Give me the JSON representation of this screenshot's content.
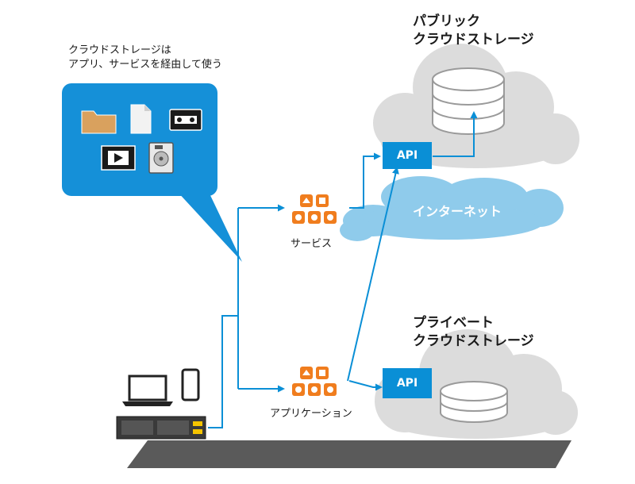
{
  "callout": {
    "line1": "クラウドストレージは",
    "line2": "アプリ、サービスを経由して使う",
    "icons": [
      "folder-icon",
      "document-icon",
      "cassette-tape-icon",
      "video-film-icon",
      "hard-disk-icon"
    ]
  },
  "public_storage": {
    "line1": "パブリック",
    "line2": "クラウドストレージ"
  },
  "private_storage": {
    "line1": "プライベート",
    "line2": "クラウドストレージ"
  },
  "api_public": "API",
  "api_private": "API",
  "internet": "インターネット",
  "services_label": "サービス",
  "applications_label": "アプリケーション",
  "colors": {
    "accent_blue": "#0a8fd6",
    "callout_blue": "#1590d8",
    "cloud_gray": "#dcdcdc",
    "internet_cloud": "#8fcbeb",
    "app_icon_orange": "#f07d1e",
    "floor_gray": "#5a5a5a"
  }
}
